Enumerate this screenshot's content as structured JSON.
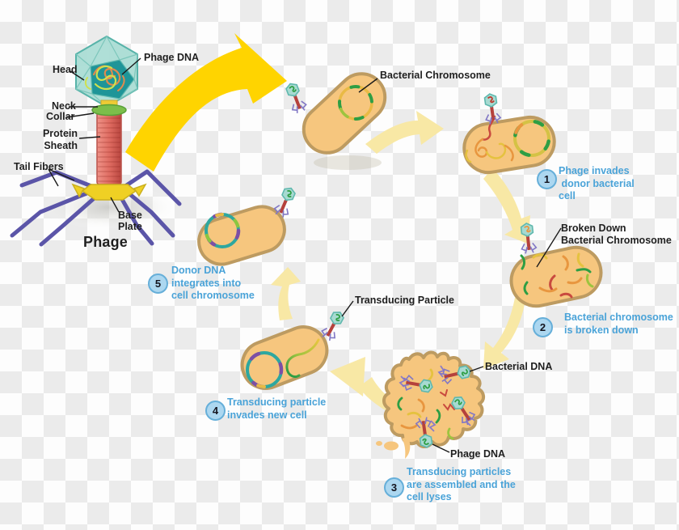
{
  "anatomy": {
    "phage_dna": "Phage DNA",
    "head": "Head",
    "neck": "Neck",
    "collar": "Collar",
    "protein_sheath": "Protein\nSheath",
    "tail_fibers": "Tail Fibers",
    "base_plate": "Base\nPlate",
    "phage_title": "Phage"
  },
  "cycle_labels": {
    "bacterial_chromosome": "Bacterial Chromosome",
    "broken_down_chromosome": "Broken Down\nBacterial Chromosome",
    "transducing_particle": "Transducing Particle",
    "bacterial_dna": "Bacterial DNA",
    "phage_dna": "Phage DNA"
  },
  "steps": [
    {
      "num": "1",
      "text": "Phage invades\n donor bacterial\ncell"
    },
    {
      "num": "2",
      "text": "Bacterial chromosome\nis broken down"
    },
    {
      "num": "3",
      "text": "Transducing particles\nare assembled and the\ncell lyses"
    },
    {
      "num": "4",
      "text": "Transducing particle\ninvades new cell"
    },
    {
      "num": "5",
      "text": "Donor DNA\nintegrates into\ncell chromosome"
    }
  ],
  "colors": {
    "step_text_blue": "#4AA3D8",
    "badge_fill": "#ACD7F0",
    "badge_ring": "#66AFD9",
    "cell_fill": "#F6C67E",
    "cell_border": "#BD9B61",
    "cycle_arrow_yellow": "#F8E8A5",
    "main_arrow_yellow": "#FFD400",
    "phage_head_teal": "#9ED7CF",
    "phage_head_core": "#1F9598",
    "sheath_red": "#E0756C",
    "tail_fiber_purple": "#5B55A8",
    "collar_green": "#7CBE4A",
    "base_plate_yellow": "#EFD024",
    "chromosome_green": "#2E9E44",
    "chromosome_yellow": "#E9BA45",
    "chromosome_teal": "#2EA79F",
    "chromosome_purple": "#7C4FA5",
    "phage_tail_red": "#B5413C",
    "label_black": "#1F1F1F"
  }
}
